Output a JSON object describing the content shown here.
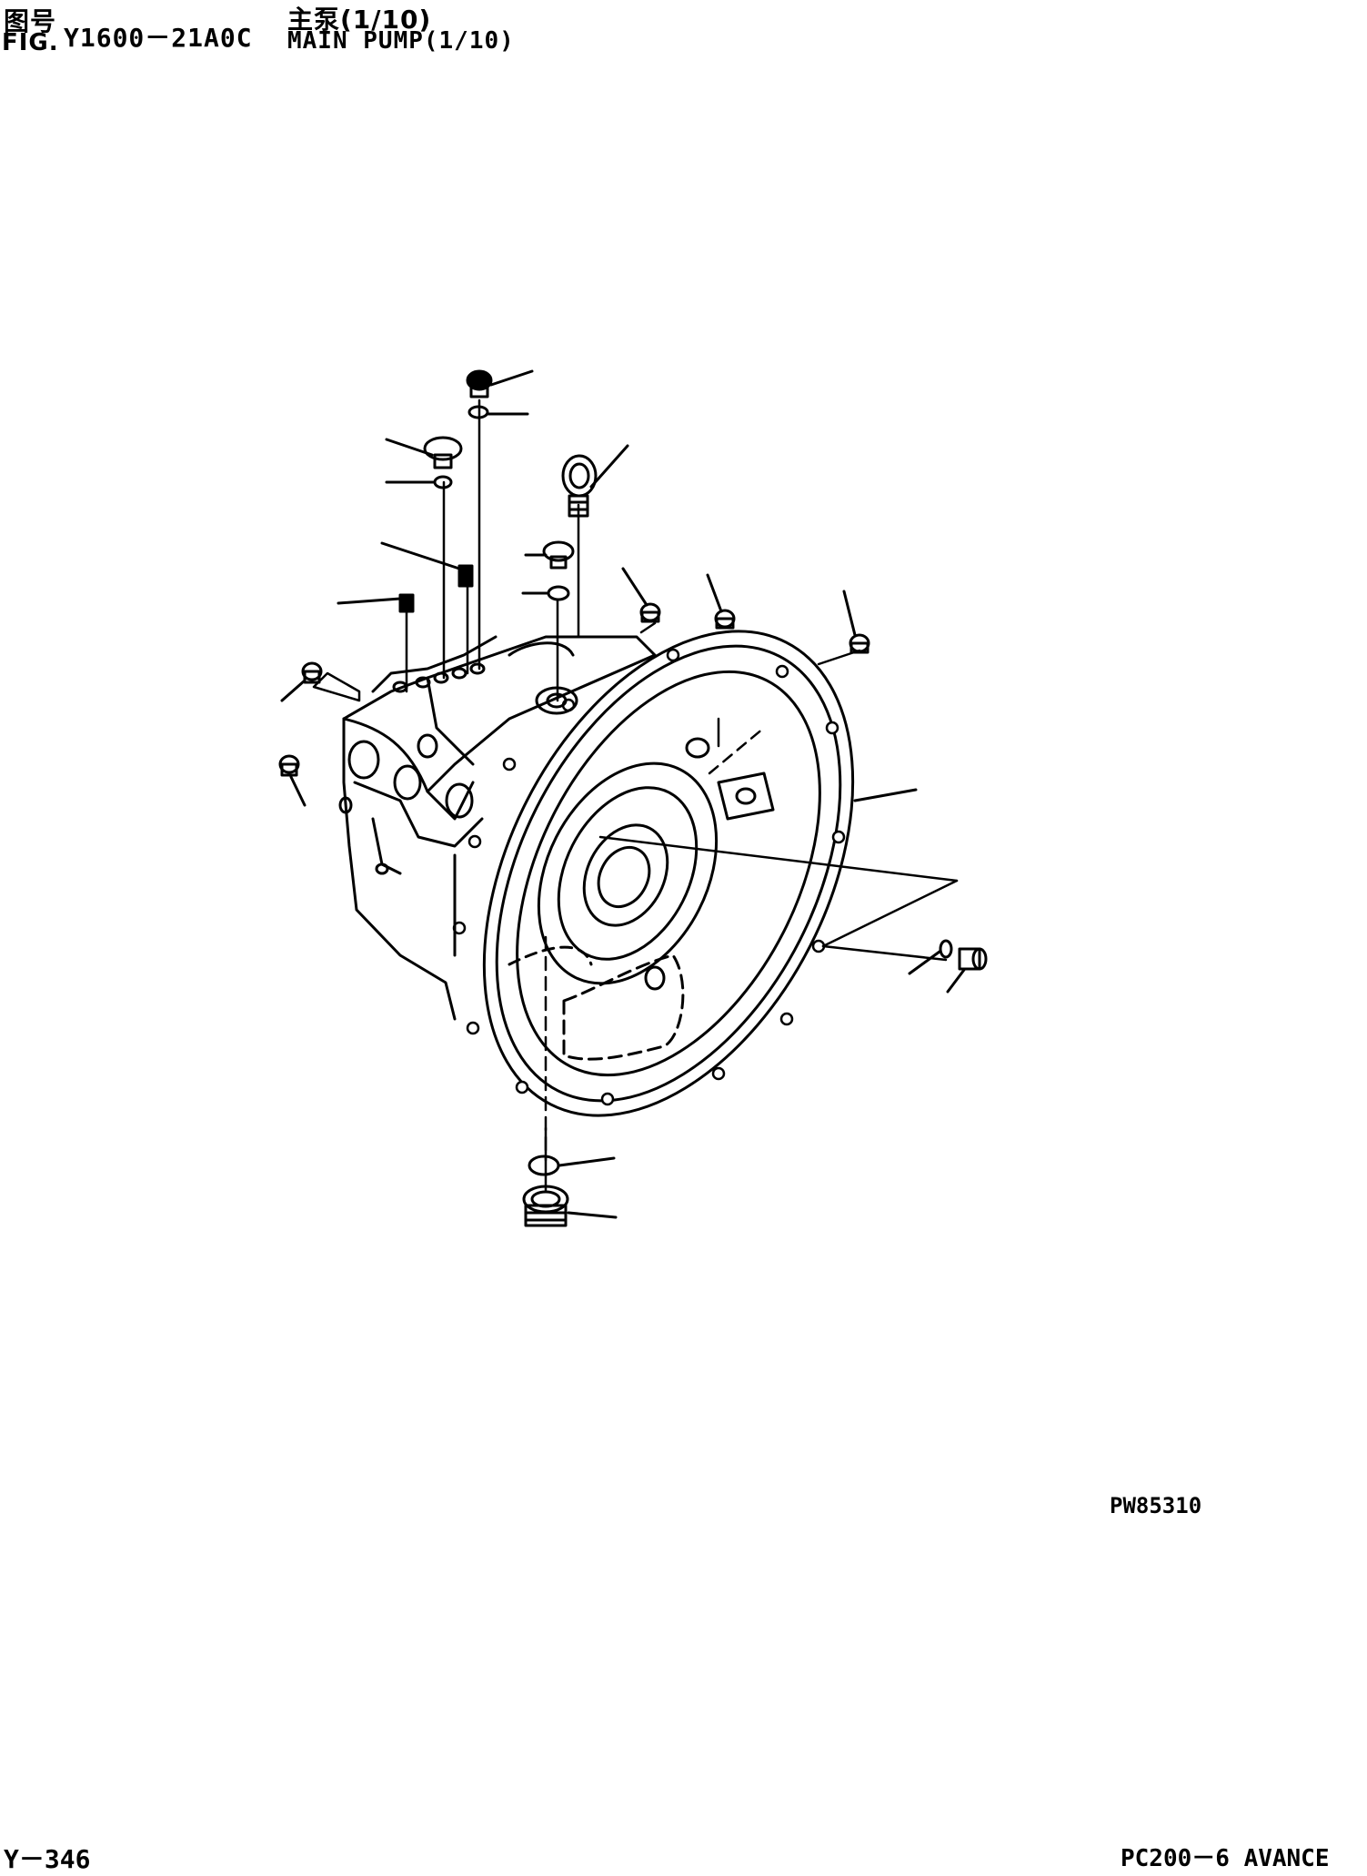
{
  "header": {
    "fig_label_cn": "图号",
    "fig_label_en": "FIG.",
    "fig_number": "Y1600－21A0C",
    "title_cn": "主泵(1/10)",
    "title_en": "MAIN PUMP(1/10)"
  },
  "image_code": "PW85310",
  "footer": {
    "page_number": "Y－346",
    "model": "PC200－6 AVANCE"
  }
}
